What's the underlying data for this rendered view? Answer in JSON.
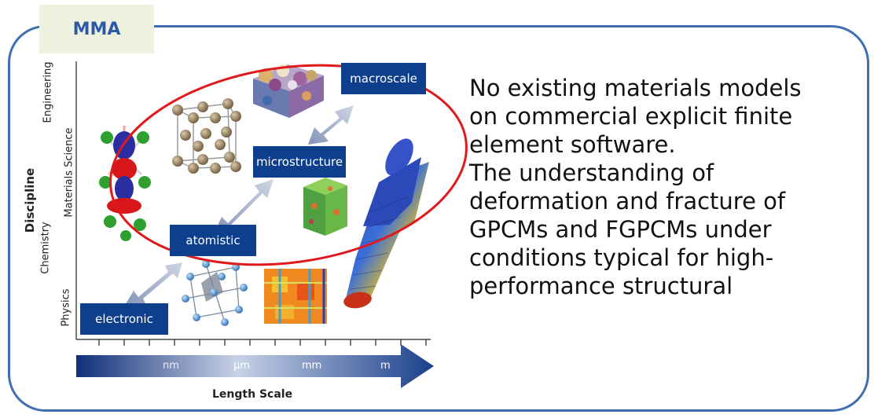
{
  "tab_label": "MMA",
  "description_lines": [
    "No existing materials models",
    "on commercial explicit finite",
    "element software.",
    "The understanding of",
    "deformation and fracture of",
    "GPCMs and FGPCMs under",
    "conditions typical for high-",
    "performance structural"
  ],
  "diagram": {
    "y_title": "Discipline",
    "y_levels": [
      "Physics",
      "Chemistry",
      "Materials Science",
      "Engineering"
    ],
    "stages": [
      "electronic",
      "atomistic",
      "microstructure",
      "macroscale"
    ],
    "scale_units": [
      "nm",
      "μm",
      "mm",
      "m"
    ],
    "x_title": "Length Scale",
    "colors": {
      "frame": "#3f6fb0",
      "stage_box": "#0e3f8c",
      "highlight_ellipse": "#e0191c",
      "tab_bg": "#eef2df"
    }
  }
}
